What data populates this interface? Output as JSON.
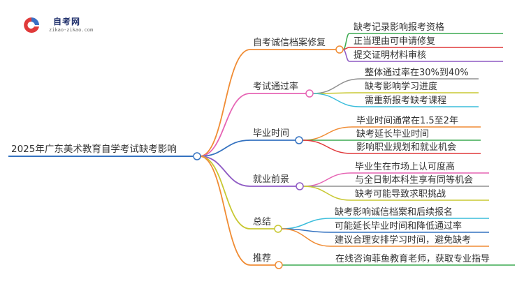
{
  "logo": {
    "title": "自考网",
    "subtitle": "zikao-zikao.com"
  },
  "mindmap": {
    "root": "2025年广东美术教育自学考试缺考影响",
    "branches": [
      {
        "label": "自考诚信档案修复",
        "color": "#f08c34",
        "children": [
          {
            "label": "缺考记录影响报考资格",
            "color": "#3caa50"
          },
          {
            "label": "正当理由可申请修复",
            "color": "#e0383a"
          },
          {
            "label": "提交证明材料审核",
            "color": "#8e5ac4"
          }
        ]
      },
      {
        "label": "考试通过率",
        "color": "#e664b4",
        "children": [
          {
            "label": "整体通过率在30%到40%",
            "color": "#909090"
          },
          {
            "label": "缺考影响学习进度",
            "color": "#c8c832"
          },
          {
            "label": "需重新报考缺考课程",
            "color": "#3cbedc"
          }
        ]
      },
      {
        "label": "毕业时间",
        "color": "#3472c0",
        "children": [
          {
            "label": "毕业时间通常在1.5至2年",
            "color": "#f08c34"
          },
          {
            "label": "缺考延长毕业时间",
            "color": "#3caa50"
          },
          {
            "label": "影响职业规划和就业机会",
            "color": "#e0383a"
          }
        ]
      },
      {
        "label": "就业前景",
        "color": "#8e5ac4",
        "children": [
          {
            "label": "毕业生在市场上认可度高",
            "color": "#e664b4"
          },
          {
            "label": "与全日制本科生享有同等机会",
            "color": "#909090"
          },
          {
            "label": "缺考可能导致求职挑战",
            "color": "#c8c832"
          }
        ]
      },
      {
        "label": "总结",
        "color": "#c8c832",
        "children": [
          {
            "label": "缺考影响诚信档案和后续报名",
            "color": "#3cbedc"
          },
          {
            "label": "可能延长毕业时间和降低通过率",
            "color": "#3472c0"
          },
          {
            "label": "建议合理安排学习时间，避免缺考",
            "color": "#f08c34"
          }
        ]
      },
      {
        "label": "推荐",
        "color": "#f08c34",
        "children": [
          {
            "label": "在线咨询菲鱼教育老师，获取专业指导",
            "color": "#3caa50"
          }
        ]
      }
    ]
  }
}
